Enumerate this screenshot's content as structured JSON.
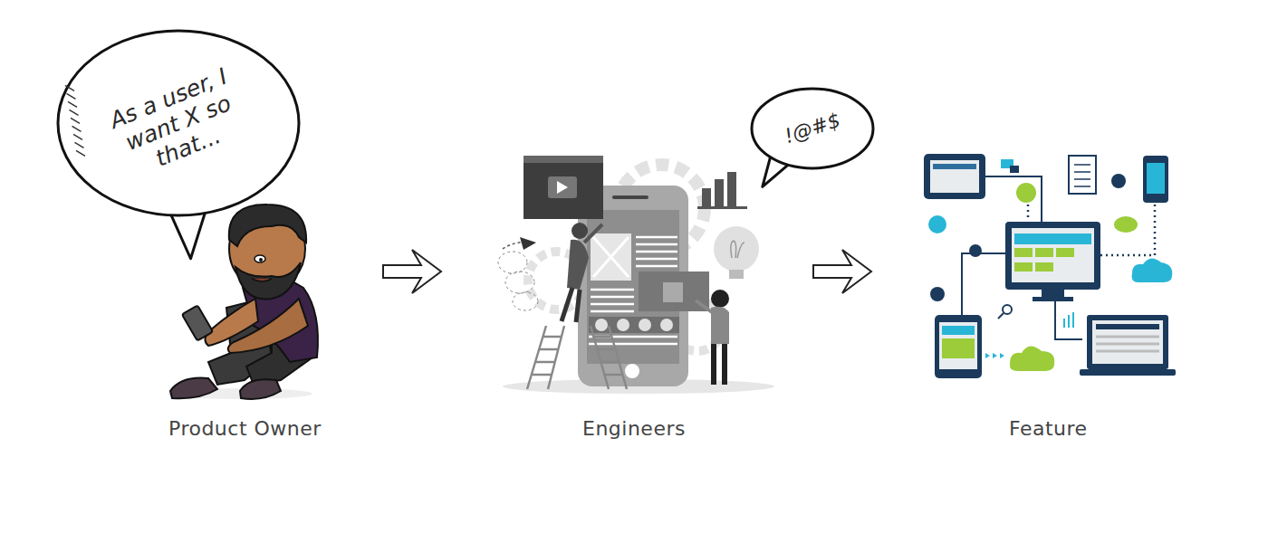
{
  "diagram": {
    "nodes": [
      {
        "text": [
          "As a user, I want X so that..."
        ]
      },
      {
        "text": [
          "!@#$"
        ]
      }
    ],
    "labels": [
      "Product Owner",
      "Engineers",
      "Feature"
    ]
  }
}
